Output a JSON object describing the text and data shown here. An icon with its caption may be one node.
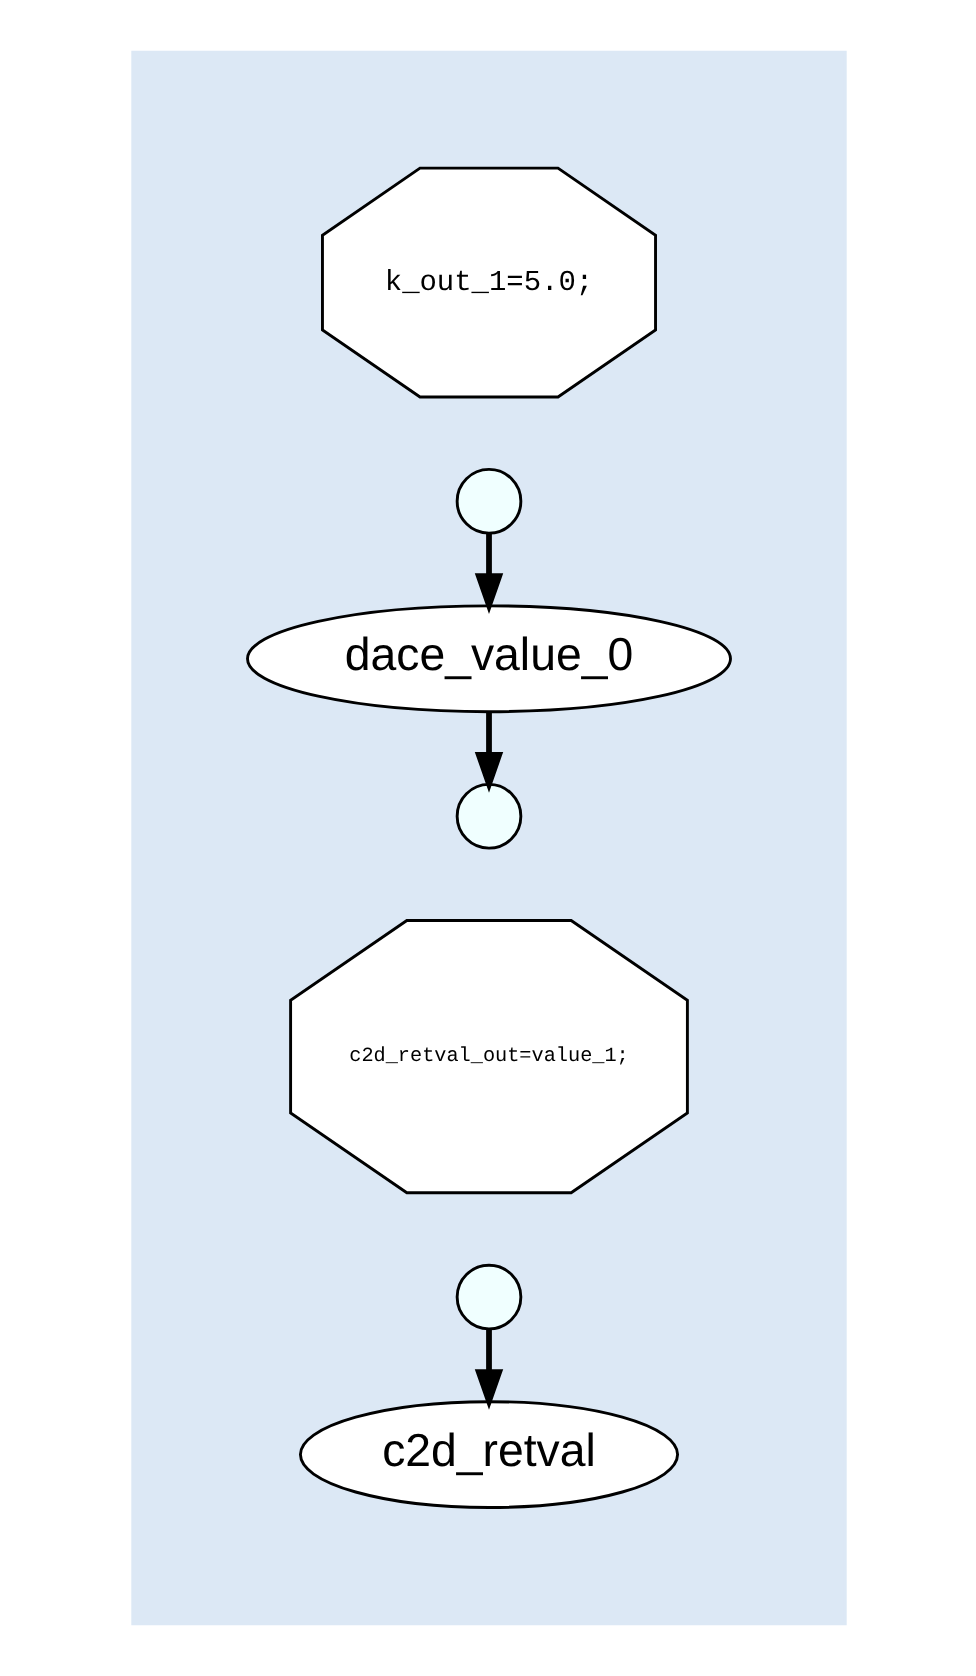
{
  "diagram": {
    "nodes": [
      {
        "text": [],
        "shape": "box"
      },
      {
        "text": [
          "k_out_1=5.0;"
        ],
        "in": 0
      },
      {
        "text": [],
        "shape": "circle",
        "in": 0
      },
      {
        "text": [
          "dace_value_0"
        ],
        "in": 0
      },
      {
        "text": [],
        "shape": "circle",
        "in": 0
      },
      {
        "text": [
          "c2d_retval_out=value_1;"
        ],
        "in": 0
      },
      {
        "text": [],
        "shape": "circle",
        "in": 0
      },
      {
        "text": [
          "c2d_retval"
        ],
        "in": 0
      }
    ],
    "edges": [
      {
        "from": 2,
        "to": 3,
        "arrow": "to"
      },
      {
        "from": 3,
        "to": 4,
        "arrow": "to"
      },
      {
        "from": 6,
        "to": 7,
        "arrow": "to"
      }
    ]
  }
}
